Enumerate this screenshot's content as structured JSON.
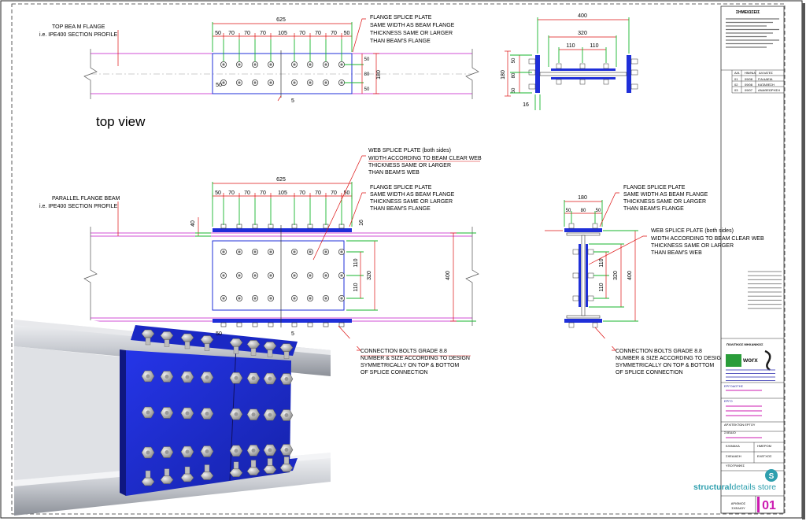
{
  "views": {
    "top": {
      "label": "top view",
      "member_note": [
        "TOP BEA M FLANGE",
        "i.e. IPE400 SECTION PROFILE"
      ],
      "plate_note": [
        "FLANGE SPLICE PLATE",
        "SAME WIDTH AS BEAM FLANGE",
        "THICKNESS SAME OR LARGER",
        "THAN BEAM'S FLANGE"
      ],
      "overall_dim": "625",
      "spacing_dims": [
        "50",
        "70",
        "70",
        "70",
        "105",
        "70",
        "70",
        "70",
        "50"
      ],
      "edge_dims": [
        "50",
        "80",
        "50"
      ],
      "width_dim": "180",
      "lower_left_dim": "50",
      "gap_dim": "5"
    },
    "section_top": {
      "width_dim": "400",
      "inner_dim": "320",
      "bolt_dims": [
        "110",
        "110"
      ],
      "side_dims": [
        "50",
        "80",
        "50"
      ],
      "height_dim": "180",
      "thickness_dim": "16"
    },
    "side": {
      "member_note": [
        "PARALLEL FLANGE BEAM",
        "i.e. IPE400 SECTION PROFILE"
      ],
      "web_note": [
        "WEB SPLICE PLATE (both sides)",
        "WIDTH ACCORDING TO BEAM CLEAR WEB",
        "THICKNESS SAME OR LARGER",
        "THAN BEAM'S WEB"
      ],
      "flange_note": [
        "FLANGE SPLICE PLATE",
        "SAME WIDTH AS BEAM FLANGE",
        "THICKNESS SAME OR LARGER",
        "THAN BEAM'S FLANGE"
      ],
      "bolt_note": [
        "CONNECTION BOLTS GRADE 8.8",
        "NUMBER & SIZE ACCORDING TO DESIGN",
        "SYMMETRICALLY ON TOP & BOTTOM",
        "OF SPLICE CONNECTION"
      ],
      "overall_dim": "625",
      "spacing_dims": [
        "50",
        "70",
        "70",
        "70",
        "105",
        "70",
        "70",
        "70",
        "50"
      ],
      "web_dims": [
        "110",
        "110"
      ],
      "web_height_dim": "320",
      "beam_height_dim": "400",
      "flange_dim": "40",
      "thickness_dim": "16",
      "bottom_dim": "50",
      "gap_dim": "5"
    },
    "section_side": {
      "width_dim": "180",
      "flange_dims": [
        "50",
        "80",
        "50"
      ],
      "web_dims": [
        "110",
        "110"
      ],
      "web_height_dim": "320",
      "beam_height_dim": "400",
      "flange_note": [
        "FLANGE SPLICE PLATE",
        "SAME WIDTH AS BEAM FLANGE",
        "THICKNESS SAME OR LARGER",
        "THAN BEAM'S FLANGE"
      ],
      "web_note": [
        "WEB SPLICE PLATE (both sides)",
        "WIDTH ACCORDING TO BEAM CLEAR WEB",
        "THICKNESS SAME OR LARGER",
        "THAN BEAM'S WEB"
      ],
      "bolt_note": [
        "CONNECTION BOLTS GRADE 8.8",
        "NUMBER & SIZE ACCORDING TO DESIG",
        "SYMMETRICALLY ON TOP & BOTTOM",
        "OF SPLICE CONNECTION"
      ]
    }
  },
  "title_block": {
    "heading": "ΣΗΜΕΙΩΣΕΙΣ",
    "revision_headers": [
      "Α/Α",
      "ΗΜ/ΝΙΑ",
      "ΑΛΛΑΓΕΣ"
    ],
    "revisions": [
      [
        "01",
        "09/08",
        "ΓΙΑ ΑΔΕΙΑ"
      ],
      [
        "02",
        "09/08",
        "ΚΑΤΑΘΕΣΗ"
      ],
      [
        "03",
        "09/07",
        "ΑΝΑΘΕΩΡΗΣΗ"
      ]
    ],
    "designer": "ΠΟΛΙΤΙΚΟΣ ΜΗΧΑΝΙΚΟΣ",
    "logo_text": "worx",
    "fields": [
      {
        "label": "ΕΡΓΟΔΟΤΗΣ"
      },
      {
        "label": "ΕΡΓΟ"
      },
      {
        "label": "ΑΡΧΙΤΕΚΤΩΝ ΕΡΓΟΥ"
      },
      {
        "label": "ΣΧΕΔΙΟ"
      }
    ],
    "grid_labels": [
      "ΚΛΙΜΑΚΑ",
      "ΗΜΕΡΟΜ",
      "ΣΧΕΔΙΑΣΗ",
      "ΕΛΕΓΧΟΣ",
      "ΥΠΟΓΡΑΦΕΣ"
    ],
    "sheet_label": [
      "ΑΡΙΘΜΟΣ",
      "ΣΧΕΔΙΟΥ"
    ],
    "sheet_number": "01"
  },
  "brand": {
    "name_bold": "structural",
    "name_light": "details store",
    "logo_letter": "S"
  },
  "colors": {
    "steel_blue": "#1f2fd9",
    "dim_green": "#17b52c",
    "leader_red": "#dd1111",
    "beam_magenta": "#d24fd6",
    "accent_pink": "#cc1bb1",
    "brand_teal": "#2e9fae",
    "title_blue": "#1a1a9c"
  }
}
